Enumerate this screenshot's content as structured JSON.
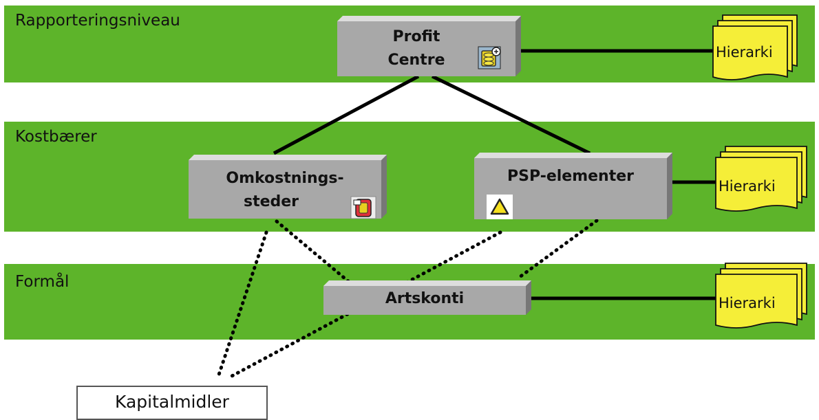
{
  "levels": {
    "reporting": "Rapporteringsniveau",
    "cost_carrier": "Kostbærer",
    "purpose": "Formål"
  },
  "nodes": {
    "profit_centre_line1": "Profit",
    "profit_centre_line2": "Centre",
    "cost_centers_line1": "Omkostnings-",
    "cost_centers_line2": "steder",
    "wbs_elements": "PSP-elementer",
    "cost_elements": "Artskonti",
    "fixed_assets": "Kapitalmidler"
  },
  "hierarchy_label": "Hierarki",
  "colors": {
    "band": "#5db42a",
    "box": "#a8a8a8",
    "document": "#f5ee38"
  }
}
